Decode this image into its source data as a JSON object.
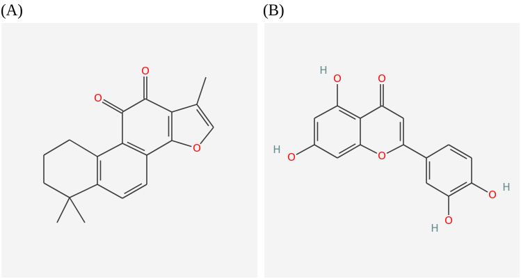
{
  "panels": [
    {
      "label": "(A)",
      "atom_labels": [
        "O",
        "O",
        "O"
      ]
    },
    {
      "label": "(B)",
      "atom_labels": [
        "O",
        "H",
        "O",
        "O",
        "H",
        "O",
        "O",
        "H",
        "O",
        "H"
      ]
    }
  ],
  "colors": {
    "background": "#f4f4f4",
    "bond": "#3c3c3c",
    "oxygen": "#ff0d0d",
    "hydrogen": "#638c8c"
  }
}
